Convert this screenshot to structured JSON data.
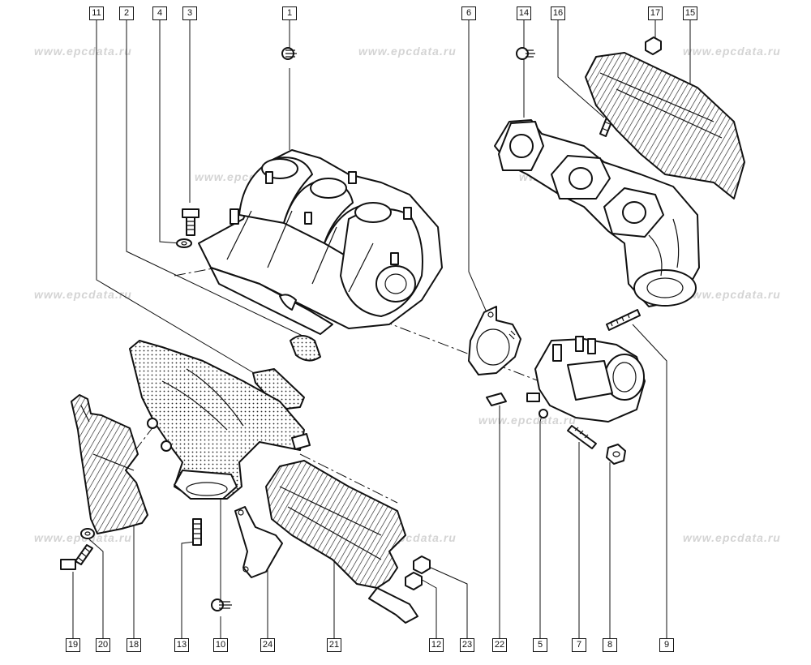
{
  "watermark": "www.epcdata.ru",
  "callouts": {
    "c1": "1",
    "c2": "2",
    "c3": "3",
    "c4": "4",
    "c5": "5",
    "c6": "6",
    "c7": "7",
    "c8": "8",
    "c9": "9",
    "c10": "10",
    "c11": "11",
    "c12": "12",
    "c13": "13",
    "c14": "14",
    "c15": "15",
    "c16": "16",
    "c17": "17",
    "c18": "18",
    "c19": "19",
    "c20": "20",
    "c21": "21",
    "c22": "22",
    "c23": "23",
    "c24": "24"
  }
}
